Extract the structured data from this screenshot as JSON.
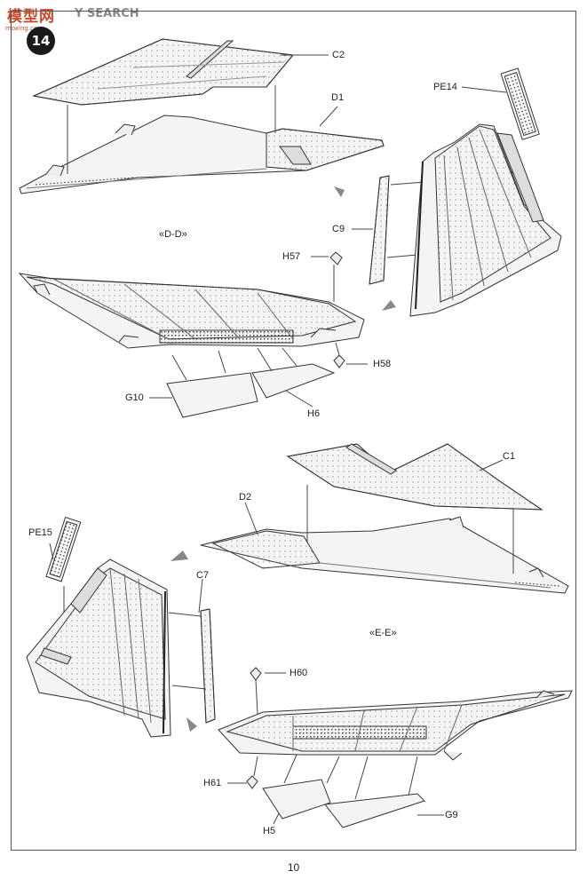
{
  "watermark": {
    "brand": "模型网",
    "search": "Y SEARCH",
    "url": "moxing.com"
  },
  "step_number": "14",
  "sections": {
    "top": "«D-D»",
    "bottom": "«E-E»"
  },
  "parts": {
    "c2": "C2",
    "d1": "D1",
    "pe14": "PE14",
    "c9": "C9",
    "h57": "H57",
    "h58": "H58",
    "g10": "G10",
    "h6": "H6",
    "c1": "C1",
    "d2": "D2",
    "pe15": "PE15",
    "c7": "C7",
    "h60": "H60",
    "h61": "H61",
    "h5": "H5",
    "g9": "G9"
  },
  "page_number": "10"
}
